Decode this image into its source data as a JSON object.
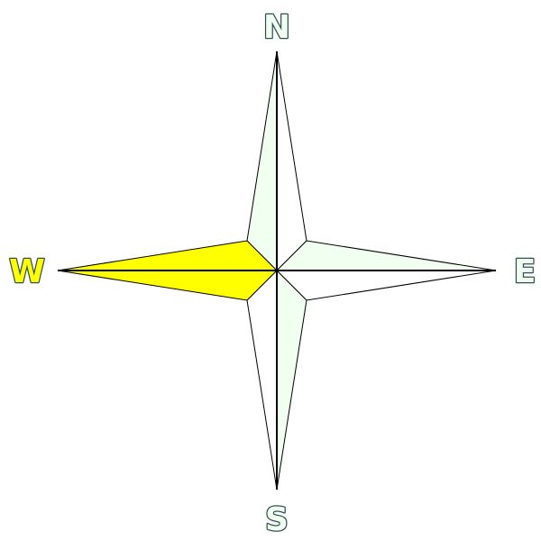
{
  "compass": {
    "labels": {
      "north": "N",
      "east": "E",
      "south": "S",
      "west": "W"
    },
    "active_direction": "west",
    "colors": {
      "active_fill": "#ffff00",
      "active_label": "#ffff00",
      "pale_fill": "#f0fff0",
      "white_fill": "#ffffff",
      "inactive_label": "#f0fff0",
      "label_outline": "#2f4f4f",
      "line": "#000000"
    }
  }
}
